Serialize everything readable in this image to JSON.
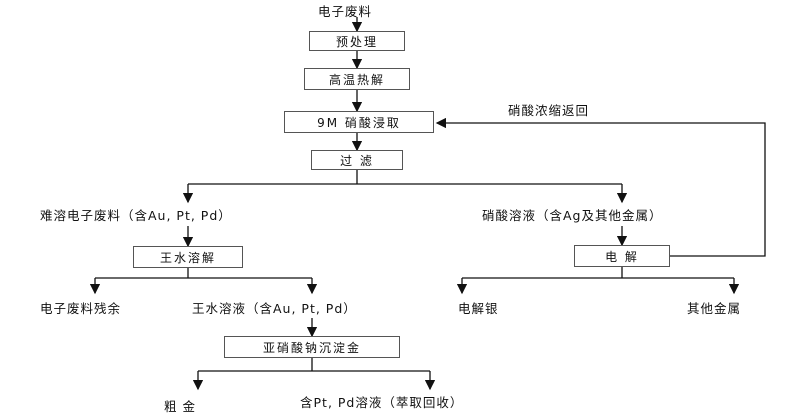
{
  "diagram": {
    "start": "电子废料",
    "steps": {
      "pretreat": "预处理",
      "pyrolysis": "高温热解",
      "nitric_leach": "9M 硝酸浸取",
      "filter": "过  滤",
      "aqua_regia": "王水溶解",
      "electrolysis": "电  解",
      "nitrite_precip": "亚硝酸钠沉淀金"
    },
    "outputs": {
      "insoluble": "难溶电子废料（含Au, Pt, Pd）",
      "nitrate_solution": "硝酸溶液（含Ag及其他金属）",
      "residue": "电子废料残余",
      "aqua_solution": "王水溶液（含Au, Pt, Pd）",
      "silver": "电解银",
      "other_metals": "其他金属",
      "crude_gold": "粗  金",
      "pt_pd_solution": "含Pt, Pd溶液（萃取回收）"
    },
    "recycle_label": "硝酸浓缩返回"
  }
}
